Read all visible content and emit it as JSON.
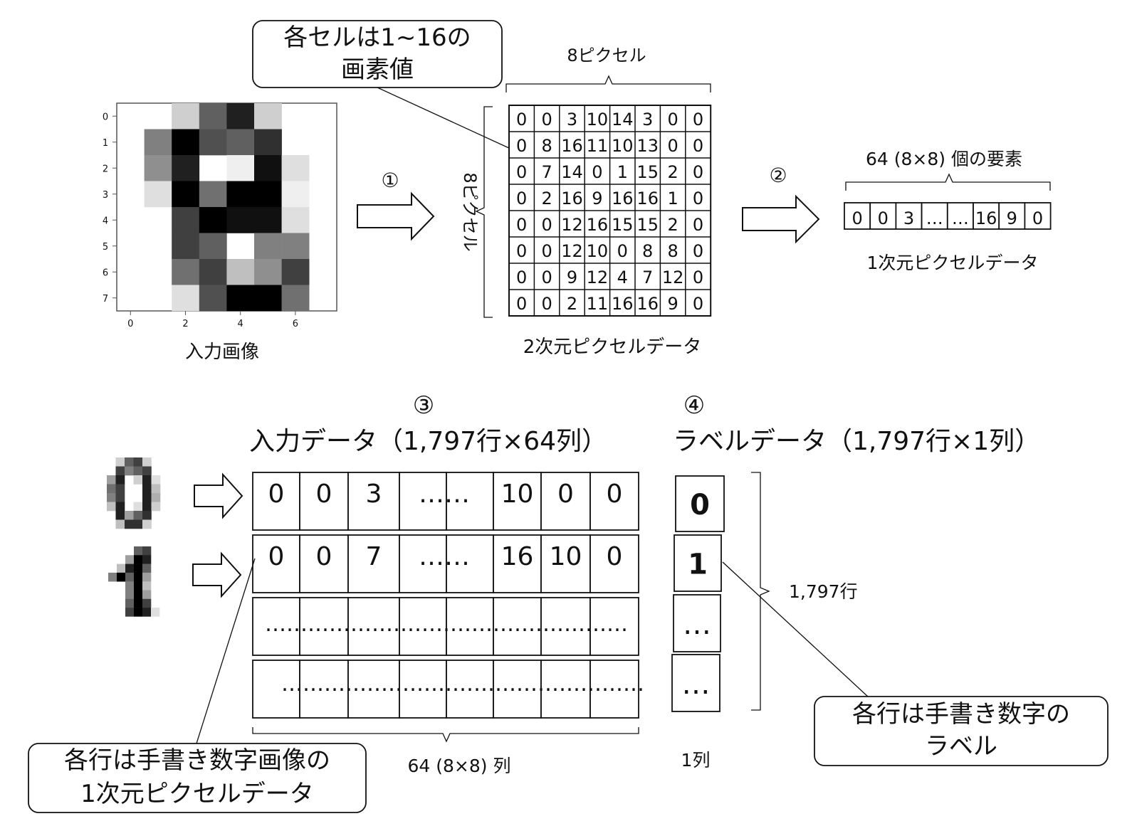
{
  "top": {
    "input_image_label": "入力画像",
    "axis_ticks_y": [
      "0",
      "1",
      "2",
      "3",
      "4",
      "5",
      "6",
      "7"
    ],
    "axis_ticks_x": [
      "0",
      "2",
      "4",
      "6"
    ],
    "image_levels": [
      [
        0,
        0,
        3,
        10,
        14,
        3,
        0,
        0
      ],
      [
        0,
        8,
        16,
        11,
        10,
        13,
        0,
        0
      ],
      [
        0,
        7,
        14,
        0,
        1,
        15,
        2,
        0
      ],
      [
        0,
        2,
        16,
        9,
        16,
        16,
        1,
        0
      ],
      [
        0,
        0,
        12,
        16,
        15,
        15,
        2,
        0
      ],
      [
        0,
        0,
        12,
        10,
        0,
        8,
        8,
        0
      ],
      [
        0,
        0,
        9,
        12,
        4,
        7,
        12,
        0
      ],
      [
        0,
        0,
        2,
        11,
        16,
        16,
        9,
        0
      ]
    ],
    "step1": "①",
    "step2": "②",
    "callout_cells": [
      "各セルは1~16の",
      "画素値"
    ],
    "grid_width_label": "8ピクセル",
    "grid_height_label": "8ピクセル",
    "grid_values": [
      [
        "0",
        "0",
        "3",
        "10",
        "14",
        "3",
        "0",
        "0"
      ],
      [
        "0",
        "8",
        "16",
        "11",
        "10",
        "13",
        "0",
        "0"
      ],
      [
        "0",
        "7",
        "14",
        "0",
        "1",
        "15",
        "2",
        "0"
      ],
      [
        "0",
        "2",
        "16",
        "9",
        "16",
        "16",
        "1",
        "0"
      ],
      [
        "0",
        "0",
        "12",
        "16",
        "15",
        "15",
        "2",
        "0"
      ],
      [
        "0",
        "0",
        "12",
        "10",
        "0",
        "8",
        "8",
        "0"
      ],
      [
        "0",
        "0",
        "9",
        "12",
        "4",
        "7",
        "12",
        "0"
      ],
      [
        "0",
        "0",
        "2",
        "11",
        "16",
        "16",
        "9",
        "0"
      ]
    ],
    "grid_caption": "2次元ピクセルデータ",
    "vector_header": "64 (8×8) 個の要素",
    "vector_cells": [
      "0",
      "0",
      "3",
      "…",
      "…",
      "16",
      "9",
      "0"
    ],
    "vector_caption": "1次元ピクセルデータ"
  },
  "bottom": {
    "step3": "③",
    "input_title": "入力データ（1,797行×64列）",
    "step4": "④",
    "label_title": "ラベルデータ（1,797行×1列）",
    "row1": [
      "0",
      "0",
      "3",
      "……",
      "",
      "10",
      "0",
      "0"
    ],
    "row2": [
      "0",
      "0",
      "7",
      "……",
      "",
      "16",
      "10",
      "0"
    ],
    "dots": "……………………………………………",
    "cols_caption": "64 (8×8) 列",
    "labels": [
      "0",
      "1",
      "…",
      "…"
    ],
    "rows_caption": "1,797行",
    "labels_caption": "1列",
    "callout_rows": [
      "各行は手書き数字画像の",
      "1次元ピクセルデータ"
    ],
    "callout_labels": [
      "各行は手書き数字の",
      "ラベル"
    ],
    "digit0_levels": [
      [
        0,
        3,
        10,
        12,
        3,
        0
      ],
      [
        0,
        12,
        8,
        10,
        12,
        0
      ],
      [
        6,
        14,
        0,
        3,
        14,
        2
      ],
      [
        9,
        12,
        0,
        0,
        14,
        4
      ],
      [
        8,
        12,
        0,
        0,
        14,
        5
      ],
      [
        4,
        14,
        0,
        2,
        14,
        3
      ],
      [
        0,
        14,
        6,
        10,
        13,
        0
      ],
      [
        0,
        4,
        13,
        13,
        3,
        0
      ]
    ],
    "digit1_levels": [
      [
        0,
        0,
        0,
        10,
        12,
        0
      ],
      [
        0,
        0,
        6,
        16,
        14,
        0
      ],
      [
        0,
        4,
        14,
        16,
        10,
        0
      ],
      [
        8,
        16,
        10,
        16,
        6,
        0
      ],
      [
        0,
        0,
        8,
        16,
        4,
        0
      ],
      [
        0,
        0,
        8,
        16,
        6,
        0
      ],
      [
        0,
        0,
        10,
        16,
        12,
        0
      ],
      [
        0,
        0,
        12,
        16,
        14,
        2
      ]
    ]
  }
}
